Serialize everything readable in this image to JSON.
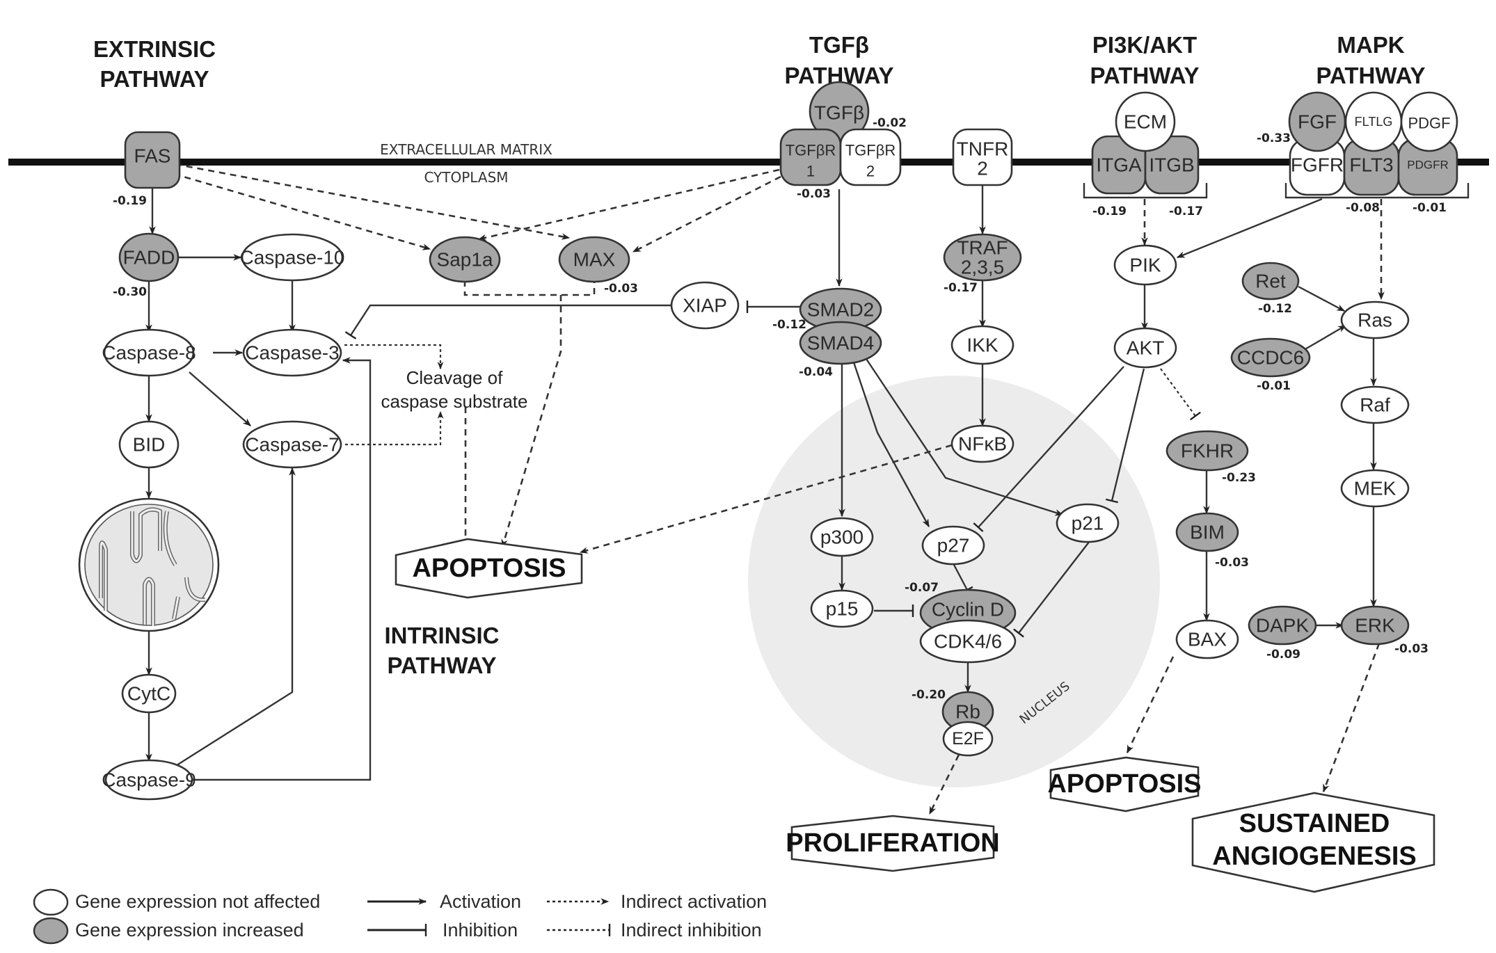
{
  "colors": {
    "increased_fill": "#a6a6a6",
    "not_affected_fill": "#ffffff",
    "nucleus_fill": "#ececec",
    "line": "#333333"
  },
  "titles": {
    "extrinsic": [
      "EXTRINSIC",
      "PATHWAY"
    ],
    "tgfb": [
      "TGFβ",
      "PATHWAY"
    ],
    "pi3k": [
      "PI3K/AKT",
      "PATHWAY"
    ],
    "mapk": [
      "MAPK",
      "PATHWAY"
    ],
    "intrinsic": [
      "INTRINSIC",
      "PATHWAY"
    ]
  },
  "regions": {
    "extracellular": "EXTRACELLULAR MATRIX",
    "cytoplasm": "CYTOPLASM",
    "nucleus": "NUCLEUS"
  },
  "annotation": {
    "cleavage": [
      "Cleavage of",
      "caspase substrate"
    ]
  },
  "nodes": {
    "fas": {
      "label": "FAS",
      "state": "increased",
      "value": "-0.19"
    },
    "fadd": {
      "label": "FADD",
      "state": "increased",
      "value": "-0.30"
    },
    "casp10": {
      "label": "Caspase-10",
      "state": "not_affected"
    },
    "casp8": {
      "label": "Caspase-8",
      "state": "not_affected"
    },
    "casp3": {
      "label": "Caspase-3",
      "state": "not_affected"
    },
    "bid": {
      "label": "BID",
      "state": "not_affected"
    },
    "casp7": {
      "label": "Caspase-7",
      "state": "not_affected"
    },
    "mito": {
      "label": "mitochondrion",
      "state": "not_affected"
    },
    "cytc": {
      "label": "CytC",
      "state": "not_affected"
    },
    "casp9": {
      "label": "Caspase-9",
      "state": "not_affected"
    },
    "sap1a": {
      "label": "Sap1a",
      "state": "increased"
    },
    "max": {
      "label": "MAX",
      "state": "increased",
      "value": "-0.03"
    },
    "xiap": {
      "label": "XIAP",
      "state": "not_affected"
    },
    "tgfb": {
      "label": "TGFβ",
      "state": "increased",
      "value": "-0.02"
    },
    "tgfbr1": {
      "label": [
        "TGFβR",
        "1"
      ],
      "state": "increased",
      "value": "-0.03"
    },
    "tgfbr2": {
      "label": [
        "TGFβR",
        "2"
      ],
      "state": "not_affected"
    },
    "tnfr2": {
      "label": [
        "TNFR",
        "2"
      ],
      "state": "not_affected"
    },
    "traf": {
      "label": [
        "TRAF",
        "2,3,5"
      ],
      "state": "increased",
      "value": "-0.17"
    },
    "ikk": {
      "label": "IKK",
      "state": "not_affected"
    },
    "nfkb": {
      "label": "NFκB",
      "state": "not_affected"
    },
    "smad2": {
      "label": "SMAD2",
      "state": "increased",
      "value": "-0.12"
    },
    "smad4": {
      "label": "SMAD4",
      "state": "increased",
      "value": "-0.04"
    },
    "p300": {
      "label": "p300",
      "state": "not_affected"
    },
    "p15": {
      "label": "p15",
      "state": "not_affected"
    },
    "p27": {
      "label": "p27",
      "state": "not_affected"
    },
    "p21": {
      "label": "p21",
      "state": "not_affected"
    },
    "cyclind": {
      "label": "Cyclin D",
      "state": "increased",
      "value": "-0.07"
    },
    "cdk46": {
      "label": "CDK4/6",
      "state": "not_affected"
    },
    "rb": {
      "label": "Rb",
      "state": "increased",
      "value": "-0.20"
    },
    "e2f": {
      "label": "E2F",
      "state": "not_affected"
    },
    "ecm": {
      "label": "ECM",
      "state": "not_affected"
    },
    "itga": {
      "label": "ITGA",
      "state": "increased",
      "value": "-0.19"
    },
    "itgb": {
      "label": "ITGB",
      "state": "increased",
      "value": "-0.17"
    },
    "pik": {
      "label": "PIK",
      "state": "not_affected"
    },
    "akt": {
      "label": "AKT",
      "state": "not_affected"
    },
    "fkhr": {
      "label": "FKHR",
      "state": "increased",
      "value": "-0.23"
    },
    "bim": {
      "label": "BIM",
      "state": "increased",
      "value": "-0.03"
    },
    "bax": {
      "label": "BAX",
      "state": "not_affected"
    },
    "fgf": {
      "label": "FGF",
      "state": "increased",
      "value": "-0.33"
    },
    "fltlg": {
      "label": "FLTLG",
      "state": "not_affected"
    },
    "pdgf": {
      "label": "PDGF",
      "state": "not_affected"
    },
    "fgfr": {
      "label": "FGFR",
      "state": "not_affected"
    },
    "flt3": {
      "label": "FLT3",
      "state": "increased",
      "value": "-0.08"
    },
    "pdgfr": {
      "label": "PDGFR",
      "state": "increased",
      "value": "-0.01"
    },
    "ret": {
      "label": "Ret",
      "state": "increased",
      "value": "-0.12"
    },
    "ccdc6": {
      "label": "CCDC6",
      "state": "increased",
      "value": "-0.01"
    },
    "ras": {
      "label": "Ras",
      "state": "not_affected"
    },
    "raf": {
      "label": "Raf",
      "state": "not_affected"
    },
    "mek": {
      "label": "MEK",
      "state": "not_affected"
    },
    "erk": {
      "label": "ERK",
      "state": "increased",
      "value": "-0.03"
    },
    "dapk": {
      "label": "DAPK",
      "state": "increased",
      "value": "-0.09"
    }
  },
  "outcomes": {
    "apoptosis_left": [
      "APOPTOSIS"
    ],
    "apoptosis_right": [
      "APOPTOSIS"
    ],
    "proliferation": [
      "PROLIFERATION"
    ],
    "angiogenesis": [
      "SUSTAINED",
      "ANGIOGENESIS"
    ]
  },
  "edges": [
    {
      "from": "fas",
      "to": "fadd",
      "type": "activation"
    },
    {
      "from": "fas",
      "to": "sap1a",
      "type": "indirect_activation"
    },
    {
      "from": "fas",
      "to": "max",
      "type": "indirect_activation"
    },
    {
      "from": "fadd",
      "to": "casp10",
      "type": "activation"
    },
    {
      "from": "fadd",
      "to": "casp8",
      "type": "activation"
    },
    {
      "from": "casp10",
      "to": "casp3",
      "type": "activation"
    },
    {
      "from": "casp8",
      "to": "casp3",
      "type": "activation"
    },
    {
      "from": "casp8",
      "to": "casp7",
      "type": "activation"
    },
    {
      "from": "casp8",
      "to": "bid",
      "type": "activation"
    },
    {
      "from": "bid",
      "to": "mito",
      "type": "activation"
    },
    {
      "from": "mito",
      "to": "cytc",
      "type": "activation"
    },
    {
      "from": "cytc",
      "to": "casp9",
      "type": "activation"
    },
    {
      "from": "casp9",
      "to": "casp7",
      "type": "activation"
    },
    {
      "from": "casp9",
      "to": "casp3",
      "type": "activation"
    },
    {
      "from": "casp3",
      "to": "cleavage",
      "type": "indirect_activation"
    },
    {
      "from": "casp7",
      "to": "cleavage",
      "type": "indirect_activation"
    },
    {
      "from": "cleavage",
      "to": "apoptosis_left",
      "type": "indirect_activation"
    },
    {
      "from": "sap1a+max",
      "to": "apoptosis_left",
      "type": "indirect_activation"
    },
    {
      "from": "xiap",
      "to": "casp3",
      "type": "inhibition"
    },
    {
      "from": "smad2",
      "to": "xiap",
      "type": "inhibition"
    },
    {
      "from": "tgfbr1",
      "to": "sap1a",
      "type": "indirect_activation"
    },
    {
      "from": "tgfbr1",
      "to": "max",
      "type": "indirect_activation"
    },
    {
      "from": "tgfbr",
      "to": "smad2",
      "type": "activation"
    },
    {
      "from": "smad4",
      "to": "p300",
      "type": "activation"
    },
    {
      "from": "smad4",
      "to": "p27",
      "type": "activation"
    },
    {
      "from": "smad4",
      "to": "p21",
      "type": "activation"
    },
    {
      "from": "p300",
      "to": "p15",
      "type": "activation"
    },
    {
      "from": "p15",
      "to": "cyclind",
      "type": "inhibition"
    },
    {
      "from": "p27",
      "to": "cyclind",
      "type": "inhibition"
    },
    {
      "from": "p21",
      "to": "cdk46",
      "type": "inhibition"
    },
    {
      "from": "cdk46",
      "to": "rb",
      "type": "activation"
    },
    {
      "from": "e2f",
      "to": "proliferation",
      "type": "indirect_activation"
    },
    {
      "from": "tnfr2",
      "to": "traf",
      "type": "activation"
    },
    {
      "from": "traf",
      "to": "ikk",
      "type": "activation"
    },
    {
      "from": "ikk",
      "to": "nfkb",
      "type": "activation"
    },
    {
      "from": "nfkb",
      "to": "apoptosis_left",
      "type": "indirect_activation"
    },
    {
      "from": "itga+itgb",
      "to": "pik",
      "type": "indirect_activation"
    },
    {
      "from": "fgfr+flt3+pdgfr",
      "to": "pik",
      "type": "activation"
    },
    {
      "from": "pik",
      "to": "akt",
      "type": "activation"
    },
    {
      "from": "akt",
      "to": "p27",
      "type": "inhibition"
    },
    {
      "from": "akt",
      "to": "p21",
      "type": "inhibition"
    },
    {
      "from": "akt",
      "to": "fkhr",
      "type": "indirect_inhibition"
    },
    {
      "from": "fkhr",
      "to": "bim",
      "type": "activation"
    },
    {
      "from": "bim",
      "to": "bax",
      "type": "activation"
    },
    {
      "from": "bax",
      "to": "apoptosis_right",
      "type": "indirect_activation"
    },
    {
      "from": "fgfr+flt3+pdgfr",
      "to": "ras",
      "type": "indirect_activation"
    },
    {
      "from": "ret",
      "to": "ras",
      "type": "activation"
    },
    {
      "from": "ccdc6",
      "to": "ras",
      "type": "activation"
    },
    {
      "from": "ras",
      "to": "raf",
      "type": "activation"
    },
    {
      "from": "raf",
      "to": "mek",
      "type": "activation"
    },
    {
      "from": "mek",
      "to": "erk",
      "type": "activation"
    },
    {
      "from": "dapk",
      "to": "erk",
      "type": "activation"
    },
    {
      "from": "erk",
      "to": "angiogenesis",
      "type": "indirect_activation"
    }
  ],
  "legend": {
    "not_affected": "Gene expression not affected",
    "increased": "Gene expression increased",
    "activation": "Activation",
    "inhibition": "Inhibition",
    "indirect_activation": "Indirect activation",
    "indirect_inhibition": "Indirect inhibition"
  }
}
